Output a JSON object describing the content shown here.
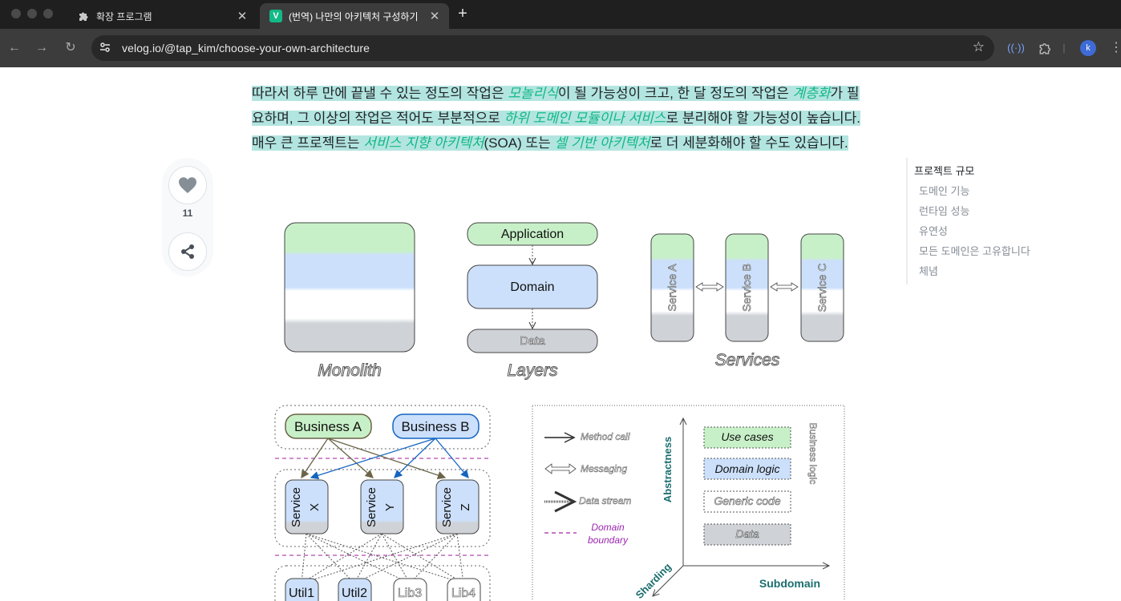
{
  "browser": {
    "tabs": [
      {
        "label": "확장 프로그램",
        "active": false
      },
      {
        "label": "(번역) 나만의 아키텍처 구성하기",
        "active": true
      }
    ],
    "url": "velog.io/@tap_kim/choose-your-own-architecture",
    "profile_initial": "k"
  },
  "article": {
    "p1": "따라서 하루 만에 끝낼 수 있는 정도의 작업은 ",
    "e1": "모놀리식",
    "p2": "이 될 가능성이 크고, 한 달 정도의 작업은 ",
    "e2": "계층화",
    "p3": "가 필요하며, 그 이상의 작업은 적어도 부분적으로 ",
    "e3": "하위 도메인 모듈이나 서비스",
    "p4": "로 분리해야 할 가능성이 높습니다. 매우 큰 프로젝트는 ",
    "e4": "서비스 지향 아키텍처",
    "p5": "(SOA) 또는 ",
    "e5": "셀 기반 아키텍처",
    "p6": "로 더 세분화해야 할 수도 있습니다."
  },
  "like_count": "11",
  "toc": {
    "title": "프로젝트 규모",
    "items": [
      "도메인 기능",
      "런타임 성능",
      "유연성",
      "모든 도메인은 고유합니다",
      "체념"
    ]
  },
  "figure": {
    "monolith_label": "Monolith",
    "layers_label": "Layers",
    "services_label": "Services",
    "layers": [
      "Application",
      "Domain",
      "Data"
    ],
    "services": [
      "Service A",
      "Service B",
      "Service C"
    ],
    "business": [
      "Business A",
      "Business B"
    ],
    "svc2": [
      "Service",
      "X",
      "Service",
      "Y",
      "Service",
      "Z"
    ],
    "libs": [
      "Util1",
      "Util2",
      "Lib3",
      "Lib4"
    ],
    "legend": [
      "Method call",
      "Messaging",
      "Data stream",
      "Domain",
      "boundary"
    ],
    "axis": {
      "abstractness": "Abstractness",
      "subdomain": "Subdomain",
      "sharding": "Sharding"
    },
    "levels": [
      "Use cases",
      "Domain logic",
      "Generic code",
      "Data"
    ],
    "business_logic": "Business logic"
  },
  "colors": {
    "green": "#c8f0c8",
    "blue": "#cce0fb",
    "gray": "#cfd3d8",
    "accent": "#12b886",
    "highlight": "#b3e5e0"
  }
}
